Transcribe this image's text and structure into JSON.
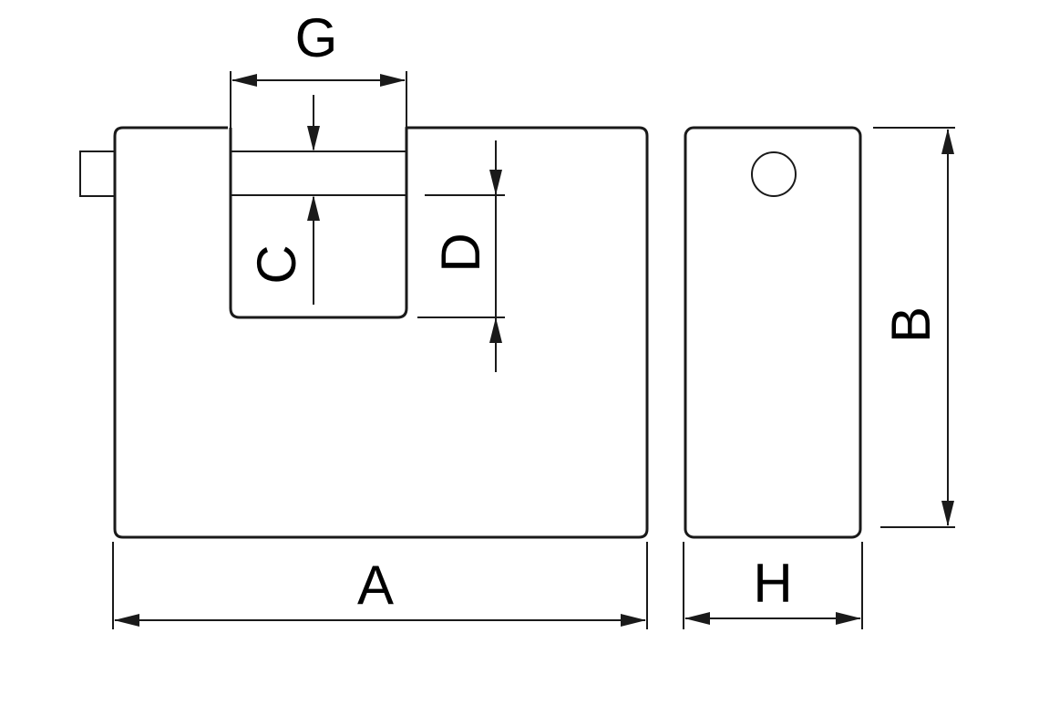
{
  "labels": {
    "g": "G",
    "c": "C",
    "d": "D",
    "a": "A",
    "b": "B",
    "h": "H"
  },
  "colors": {
    "line": "#1a1a1a",
    "background": "#ffffff",
    "text": "#000000"
  }
}
